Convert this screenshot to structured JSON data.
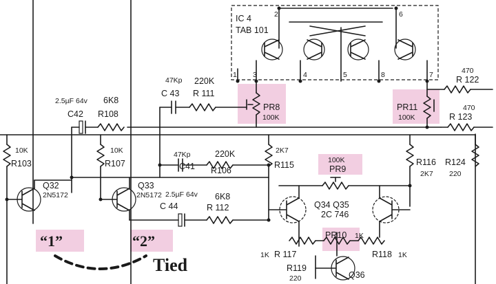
{
  "ic": {
    "name": "IC 4",
    "part": "TAB 101",
    "pins": [
      "2",
      "6",
      "1",
      "3",
      "4",
      "5",
      "8",
      "7"
    ]
  },
  "capacitors": {
    "c42": {
      "ref": "C42",
      "value": "2.5µF 64v"
    },
    "c43": {
      "ref": "C 43",
      "value": "47Kp"
    },
    "c41": {
      "ref": "C41",
      "value": "47Kp"
    },
    "c44": {
      "ref": "C 44",
      "value": "2.5µF 64v"
    }
  },
  "resistors": {
    "r108": {
      "ref": "R108",
      "value": "6K8"
    },
    "r111": {
      "ref": "R 111",
      "value": "220K"
    },
    "r103": {
      "ref": "R103",
      "value": "10K"
    },
    "r107": {
      "ref": "R107",
      "value": "10K"
    },
    "r106": {
      "ref": "R106",
      "value": "220K"
    },
    "r112": {
      "ref": "R 112",
      "value": "6K8"
    },
    "r115": {
      "ref": "R115",
      "value": "2K7"
    },
    "r116": {
      "ref": "R116",
      "value": "2K7"
    },
    "r124": {
      "ref": "R124",
      "value": "220"
    },
    "r122": {
      "ref": "R 122",
      "value": "470"
    },
    "r123": {
      "ref": "R 123",
      "value": "470"
    },
    "r117": {
      "ref": "R 117",
      "value": "1K"
    },
    "r118": {
      "ref": "R118",
      "value": "1K"
    },
    "r119": {
      "ref": "R119",
      "value": "220"
    }
  },
  "presets": {
    "pr8": {
      "ref": "PR8",
      "value": "100K"
    },
    "pr11": {
      "ref": "PR11",
      "value": "100K"
    },
    "pr9": {
      "ref": "PR9",
      "value": "100K"
    },
    "pr10": {
      "ref": "PR10",
      "value": "1K"
    }
  },
  "transistors": {
    "q32": {
      "ref": "Q32",
      "part": "2N5172"
    },
    "q33": {
      "ref": "Q33",
      "part": "2N5172"
    },
    "q34_35": {
      "ref": "Q34  Q35",
      "part": "2C 746"
    },
    "q36": {
      "ref": "Q36"
    }
  },
  "annotations": {
    "point1": "“1”",
    "point2": "“2”",
    "tied": "Tied"
  },
  "colors": {
    "highlight": "#f0c6dc",
    "ink": "#1a1a1a"
  }
}
